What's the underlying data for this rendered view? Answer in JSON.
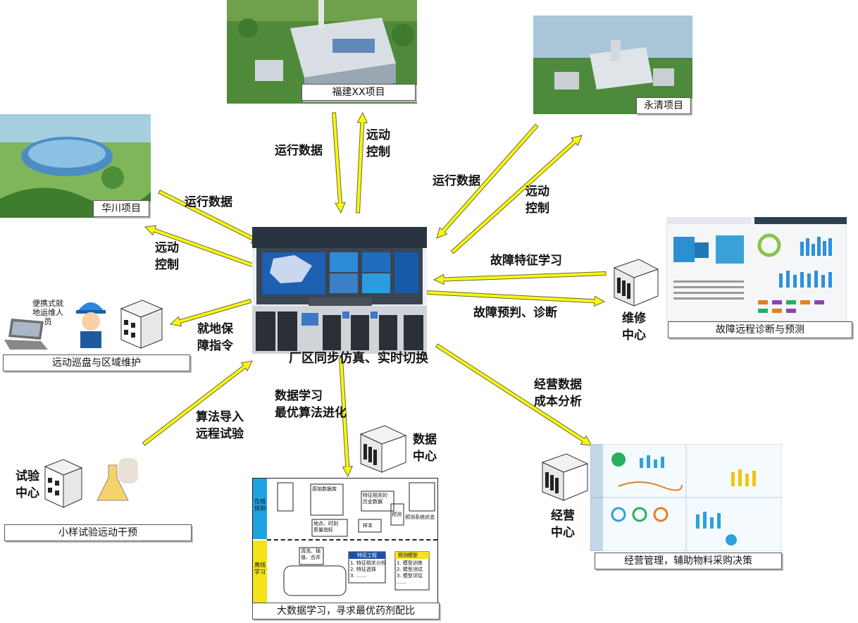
{
  "hub_caption": "厂区同步仿真、实时切换",
  "projects": {
    "fujian": "福建XX项目",
    "yongqing": "永清项目",
    "huachuan": "华川项目"
  },
  "arrow_labels": {
    "run_data_fujian": "运行数据",
    "remote_ctrl_fujian": "远动\n控制",
    "run_data_yongqing": "运行数据",
    "remote_ctrl_yongqing": "远动\n控制",
    "run_data_huachuan": "运行数据",
    "remote_ctrl_huachuan": "远动\n控制",
    "fault_learning": "故障特征学习",
    "fault_predict": "故障预判、诊断",
    "local_guarantee": "就地保\n障指令",
    "algo_import": "算法导入\n远程试验",
    "data_learning": "数据学习\n最优算法进化",
    "biz_data": "经营数据\n成本分析"
  },
  "nodes": {
    "repair_center": "维修\n中心",
    "data_center": "数据\n中心",
    "test_center": "试验\n中心",
    "biz_center": "经营\n中心",
    "portable_staff": "便携式就\n地运维人\n员"
  },
  "captions": {
    "fault_remote": "故障远程诊断与预测",
    "patrol": "远动巡盘与区域维护",
    "sample_test": "小样试验远动干预",
    "big_data": "大数据学习，寻求最优药剂配比",
    "biz_mgmt": "经营管理，辅助物料采购决策"
  },
  "flow": {
    "online_label": "在线\n预测",
    "offline_label": "离线\n学习",
    "boxes": {
      "original_db": "原始数据库",
      "feature_history": "特征相关的\n历史数据",
      "location_time": "地点、时刻\n质量指标",
      "sample": "样本",
      "predict": "预测",
      "predict_system": "预测系统状态",
      "clean": "清洗、插\n值、合并",
      "feature_eng": "特征工程",
      "feature_list": "1. 特征相关分析\n2. 特征选择\n3. ……",
      "model": "预测模型",
      "model_list": "1. 模型训练\n2. 模型测试\n3. 模型评估\n……"
    }
  },
  "colors": {
    "arrow_fill": "#f7f70f",
    "arrow_stroke": "#6a6a3a",
    "flow_blue": "#1fa3e0",
    "flow_yellow": "#f3e31a",
    "feature_eng_bg": "#1f4fa3"
  }
}
